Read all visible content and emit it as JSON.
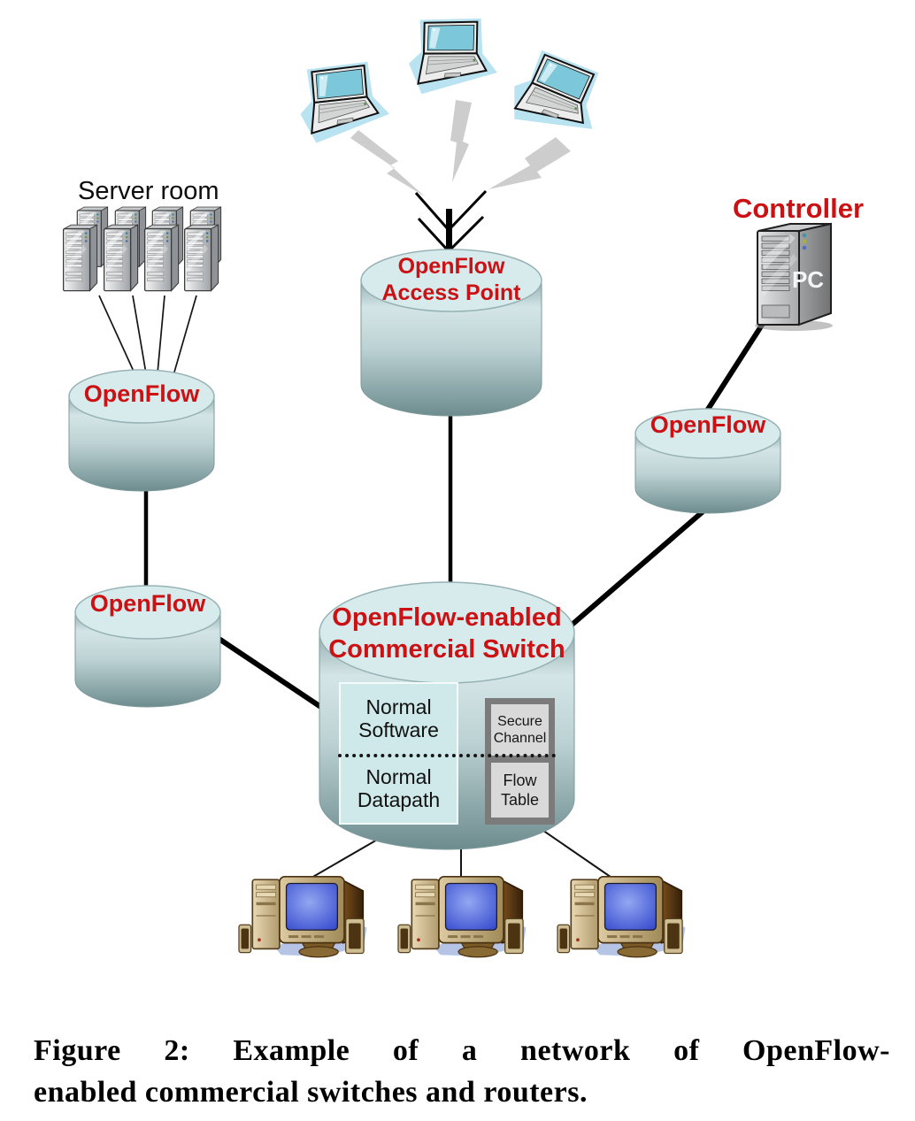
{
  "figure": {
    "caption": {
      "line1": "Figure 2: Example of a network of OpenFlow-",
      "line2": "enabled commercial switches and routers."
    }
  },
  "diagram": {
    "server_room": {
      "label": "Server room",
      "server_count": 8
    },
    "controller": {
      "label": "Controller",
      "pc_label": "PC"
    },
    "access_point": {
      "title_line1": "OpenFlow",
      "title_line2": "Access Point"
    },
    "switch_left_upper": {
      "label": "OpenFlow"
    },
    "switch_left_lower": {
      "label": "OpenFlow"
    },
    "switch_right": {
      "label": "OpenFlow"
    },
    "commercial_switch": {
      "title_line1": "OpenFlow-enabled",
      "title_line2": "Commercial Switch",
      "normal_software": "Normal Software",
      "normal_datapath": "Normal Datapath",
      "secure_channel": "Secure Channel",
      "flow_table": "Flow Table"
    },
    "laptop_count": 3,
    "desktop_count": 3,
    "colors": {
      "label_red": "#cc1114",
      "cylinder_top": "#d8ebec",
      "cylinder_dark": "#6d8c8e",
      "inner_box_blue": "#cfe9ea",
      "gray_frame": "#7b7b7b",
      "gray_inner": "#d9d9d9",
      "bolt_gray": "#cdcdcd"
    }
  }
}
